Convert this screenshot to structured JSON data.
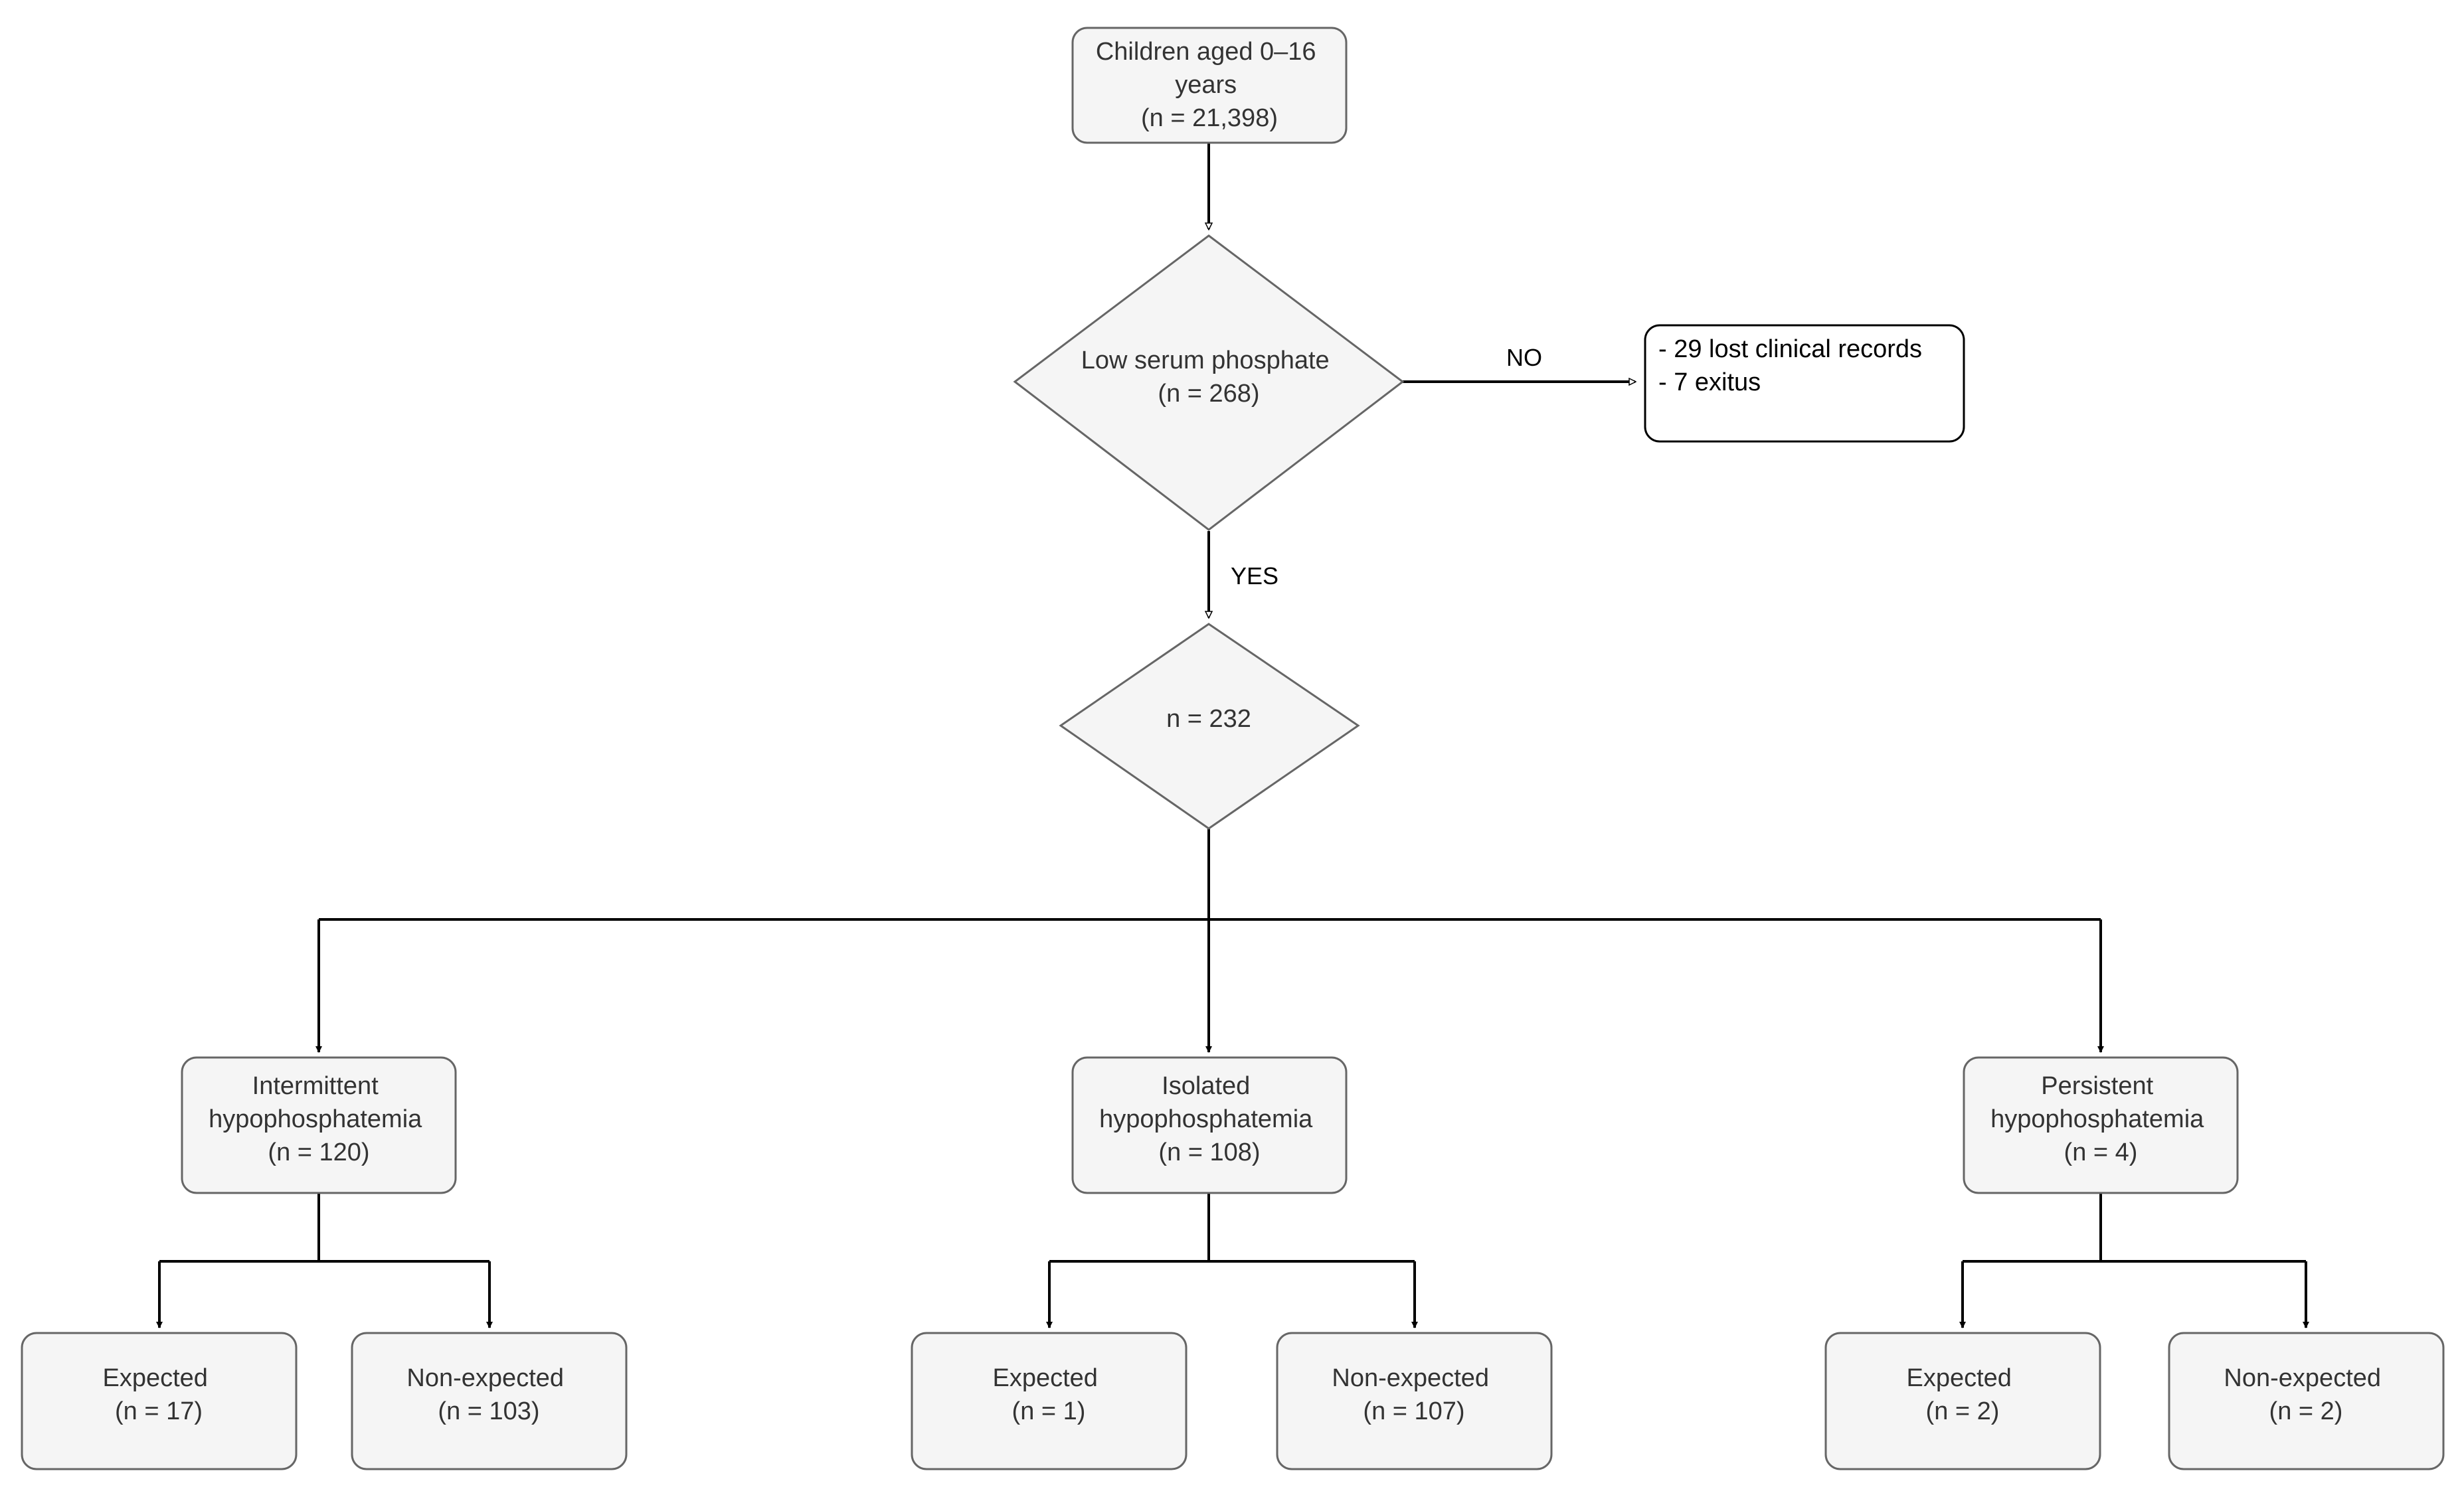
{
  "nodes": {
    "root": {
      "lines": [
        "Children aged 0–16",
        "years",
        "(n = 21,398)"
      ]
    },
    "decision": {
      "lines": [
        "Low serum phosphate",
        "(n = 268)"
      ]
    },
    "exclusion": {
      "lines": [
        "- 29 lost clinical records",
        "- 7 exitus"
      ]
    },
    "included": {
      "lines": [
        "n = 232"
      ]
    },
    "intermittent": {
      "lines": [
        "Intermittent",
        "hypophosphatemia",
        "(n = 120)"
      ]
    },
    "isolated": {
      "lines": [
        "Isolated",
        "hypophosphatemia",
        "(n = 108)"
      ]
    },
    "persistent": {
      "lines": [
        "Persistent",
        "hypophosphatemia",
        "(n = 4)"
      ]
    },
    "intermittent_expected": {
      "lines": [
        "Expected",
        "(n = 17)"
      ]
    },
    "intermittent_nonexpected": {
      "lines": [
        "Non-expected",
        "(n = 103)"
      ]
    },
    "isolated_expected": {
      "lines": [
        "Expected",
        "(n = 1)"
      ]
    },
    "isolated_nonexpected": {
      "lines": [
        "Non-expected",
        "(n = 107)"
      ]
    },
    "persistent_expected": {
      "lines": [
        "Expected",
        "(n = 2)"
      ]
    },
    "persistent_nonexpected": {
      "lines": [
        "Non-expected",
        "(n = 2)"
      ]
    }
  },
  "edge_labels": {
    "no": "NO",
    "yes": "YES"
  }
}
